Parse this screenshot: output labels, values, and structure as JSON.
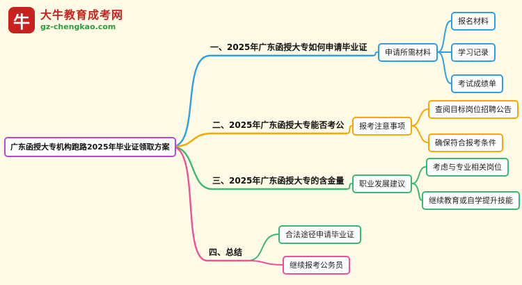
{
  "background": "#FFFBE6",
  "logo": {
    "icon_text": "牛",
    "icon_color": "#C9211E",
    "title": "大牛教育成考网",
    "title_color": "#C9211E",
    "url": "gz-chengkao.com",
    "url_color": "#2F9A3D"
  },
  "root": {
    "label": "广东函授大专机构跑路2025年毕业证领取方案",
    "color": "#B84BC8"
  },
  "branches": [
    {
      "label": "一、2025年广东函授大专如何申请毕业证",
      "color": "#2D9FE8",
      "sub": {
        "label": "申请所需材料"
      },
      "leaves": [
        {
          "label": "报名材料",
          "color": "#2D9FE8"
        },
        {
          "label": "学习记录",
          "color": "#2D9FE8"
        },
        {
          "label": "考试成绩单",
          "color": "#2D9FE8"
        }
      ]
    },
    {
      "label": "二、2025年广东函授大专能否考公",
      "color": "#F7A800",
      "sub": {
        "label": "报考注意事项"
      },
      "leaves": [
        {
          "label": "查阅目标岗位招聘公告",
          "color": "#F7A800"
        },
        {
          "label": "确保符合报考条件",
          "color": "#F7A800"
        }
      ]
    },
    {
      "label": "三、2025年广东函授大专的含金量",
      "color": "#3BB873",
      "sub": {
        "label": "职业发展建议"
      },
      "leaves": [
        {
          "label": "考虑与专业相关岗位",
          "color": "#3BB873"
        },
        {
          "label": "继续教育或自学提升技能",
          "color": "#3BB873"
        }
      ]
    },
    {
      "label": "四、总结",
      "color": "#F0509B",
      "leaves": [
        {
          "label": "合法途径申请毕业证",
          "color": "#3BB873"
        },
        {
          "label": "继续报考公务员",
          "color": "#F0509B"
        }
      ]
    }
  ]
}
